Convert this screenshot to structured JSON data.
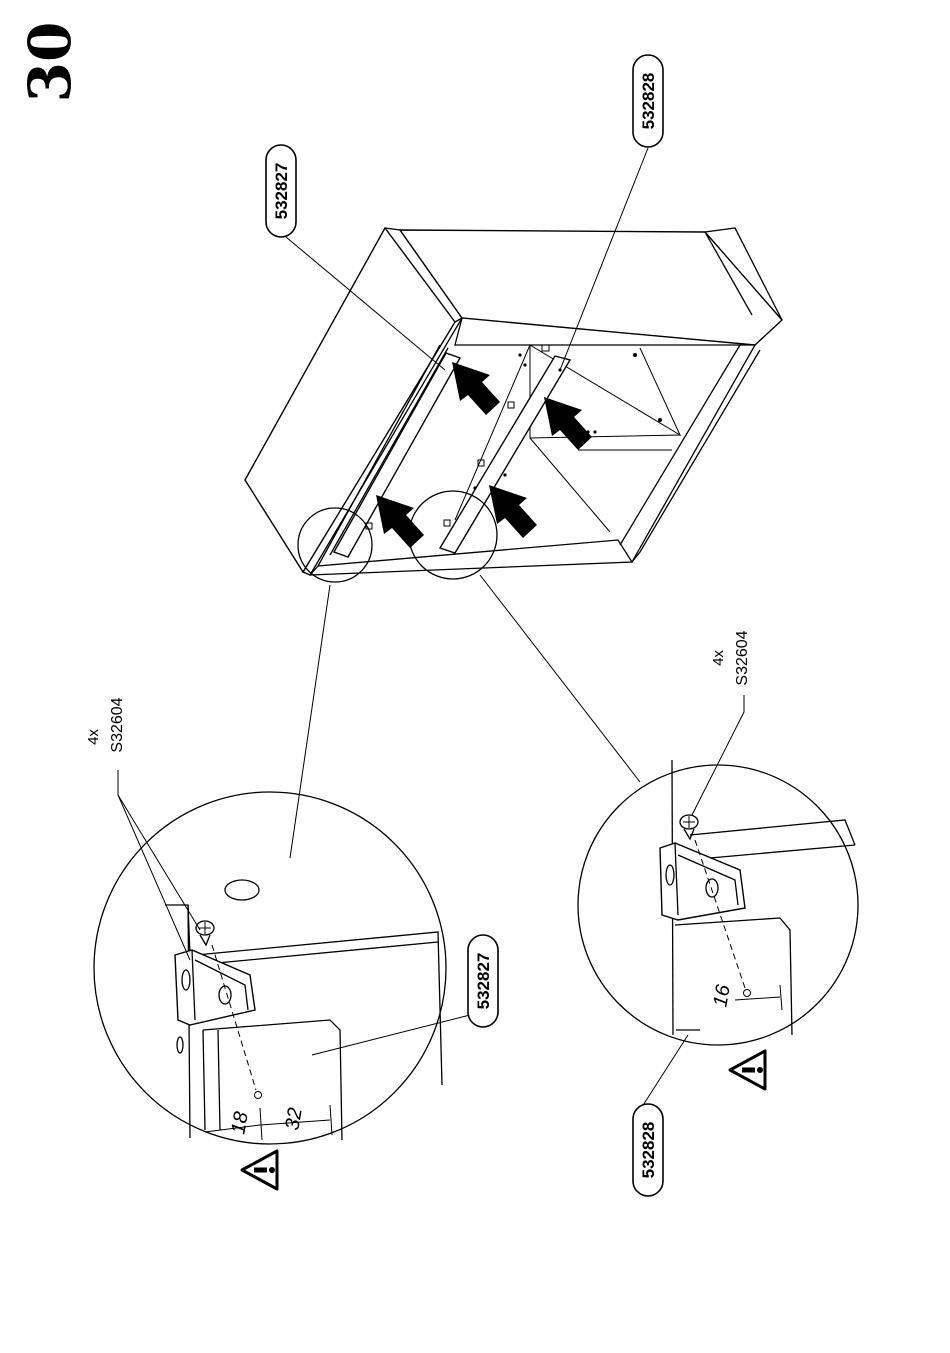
{
  "step_number": "30",
  "parts": {
    "top_rail_top": "532827",
    "bottom_rail_top": "532828",
    "left_detail_part": "532827",
    "right_detail_part": "532828"
  },
  "hardware": {
    "left_qty": "4x",
    "left_code": "S32604",
    "right_qty": "4x",
    "right_code": "S32604"
  },
  "dimensions": {
    "left_a": "18",
    "left_b": "32",
    "right_a": "16"
  },
  "icons": [
    "warning-icon",
    "arrow-icon",
    "screw-icon",
    "bracket-icon"
  ]
}
